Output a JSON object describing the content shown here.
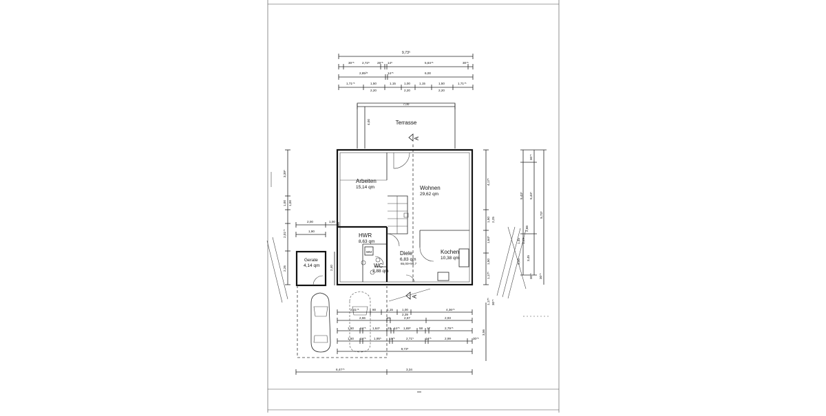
{
  "plan": {
    "terrace": {
      "label": "Terrasse",
      "width": "7,00",
      "depth": "4,00"
    },
    "section_marker": "A",
    "rooms": [
      {
        "id": "arbeiten",
        "name": "Arbeiten",
        "area": "15,14 qm"
      },
      {
        "id": "wohnen",
        "name": "Wohnen",
        "area": "29,62 qm"
      },
      {
        "id": "hwr",
        "name": "HWR",
        "area": "8,63 qm"
      },
      {
        "id": "wc",
        "name": "WC",
        "area": "2,88 qm"
      },
      {
        "id": "diele",
        "name": "Diele",
        "area": "6,83 qm",
        "note": "65,00+99,7"
      },
      {
        "id": "kochen",
        "name": "Kochen",
        "area": "10,38 qm"
      },
      {
        "id": "geraete",
        "name": "Gerate",
        "area": "4,14 qm"
      }
    ],
    "wm_label": "WM",
    "top_dims": {
      "overall": "9,73⁵",
      "row1": [
        "30⁷⁵",
        "2,72⁵",
        "28⁷⁵",
        "14⁵",
        "5,84⁷⁵",
        "30⁷⁵"
      ],
      "row2": [
        "2,85²⁵",
        "14⁷⁵",
        "6,00"
      ],
      "row3": [
        "1,71⁷⁵",
        "1,50",
        "1,15",
        "1,00",
        "1,15",
        "1,50",
        "1,71⁷⁵"
      ],
      "row3b": [
        "2,20",
        "2,20",
        "2,20"
      ]
    },
    "left_dims": [
      "3,39⁵",
      "1,00",
      "1,00",
      "2,01⁷⁵",
      "2,26"
    ],
    "shed_dims": {
      "width": "2,00",
      "side": "1,00",
      "inner": "1,90",
      "height": "2,40"
    },
    "right_dims": [
      "4,17⁵",
      "1,50",
      "2,25",
      "1,64⁵",
      "1,50",
      "1,17⁵",
      "1,17⁵",
      "30⁷⁵"
    ],
    "right_outer_dims": [
      "30⁷⁵",
      "5,43⁵",
      "5,43⁵",
      "9,73⁵",
      "2,88",
      "1,45",
      "1,45",
      "3,45",
      "3,00",
      "30⁷⁵",
      "30⁷⁵"
    ],
    "bottom_dims": {
      "row1": [
        "2,41⁷⁵",
        "80",
        "1,15",
        "1,00",
        "4,36⁷⁵"
      ],
      "row2": [
        "2,66",
        "20",
        "2,67",
        "2,39",
        "2,93"
      ],
      "row3": [
        "1,50",
        "14⁷⁵",
        "1,64⁵",
        "33",
        "14⁷⁵",
        "1,69⁵",
        "58",
        "17",
        "2,79⁷⁵"
      ],
      "row4": [
        "1,50",
        "14⁷⁵",
        "1,95⁵",
        "14⁷⁵",
        "2,71⁵",
        "14⁷⁵",
        "2,99",
        "30⁷⁵"
      ],
      "overall": "9,73⁵",
      "site": [
        "6,47⁷⁵",
        "3,34"
      ],
      "side": "3,56"
    }
  }
}
